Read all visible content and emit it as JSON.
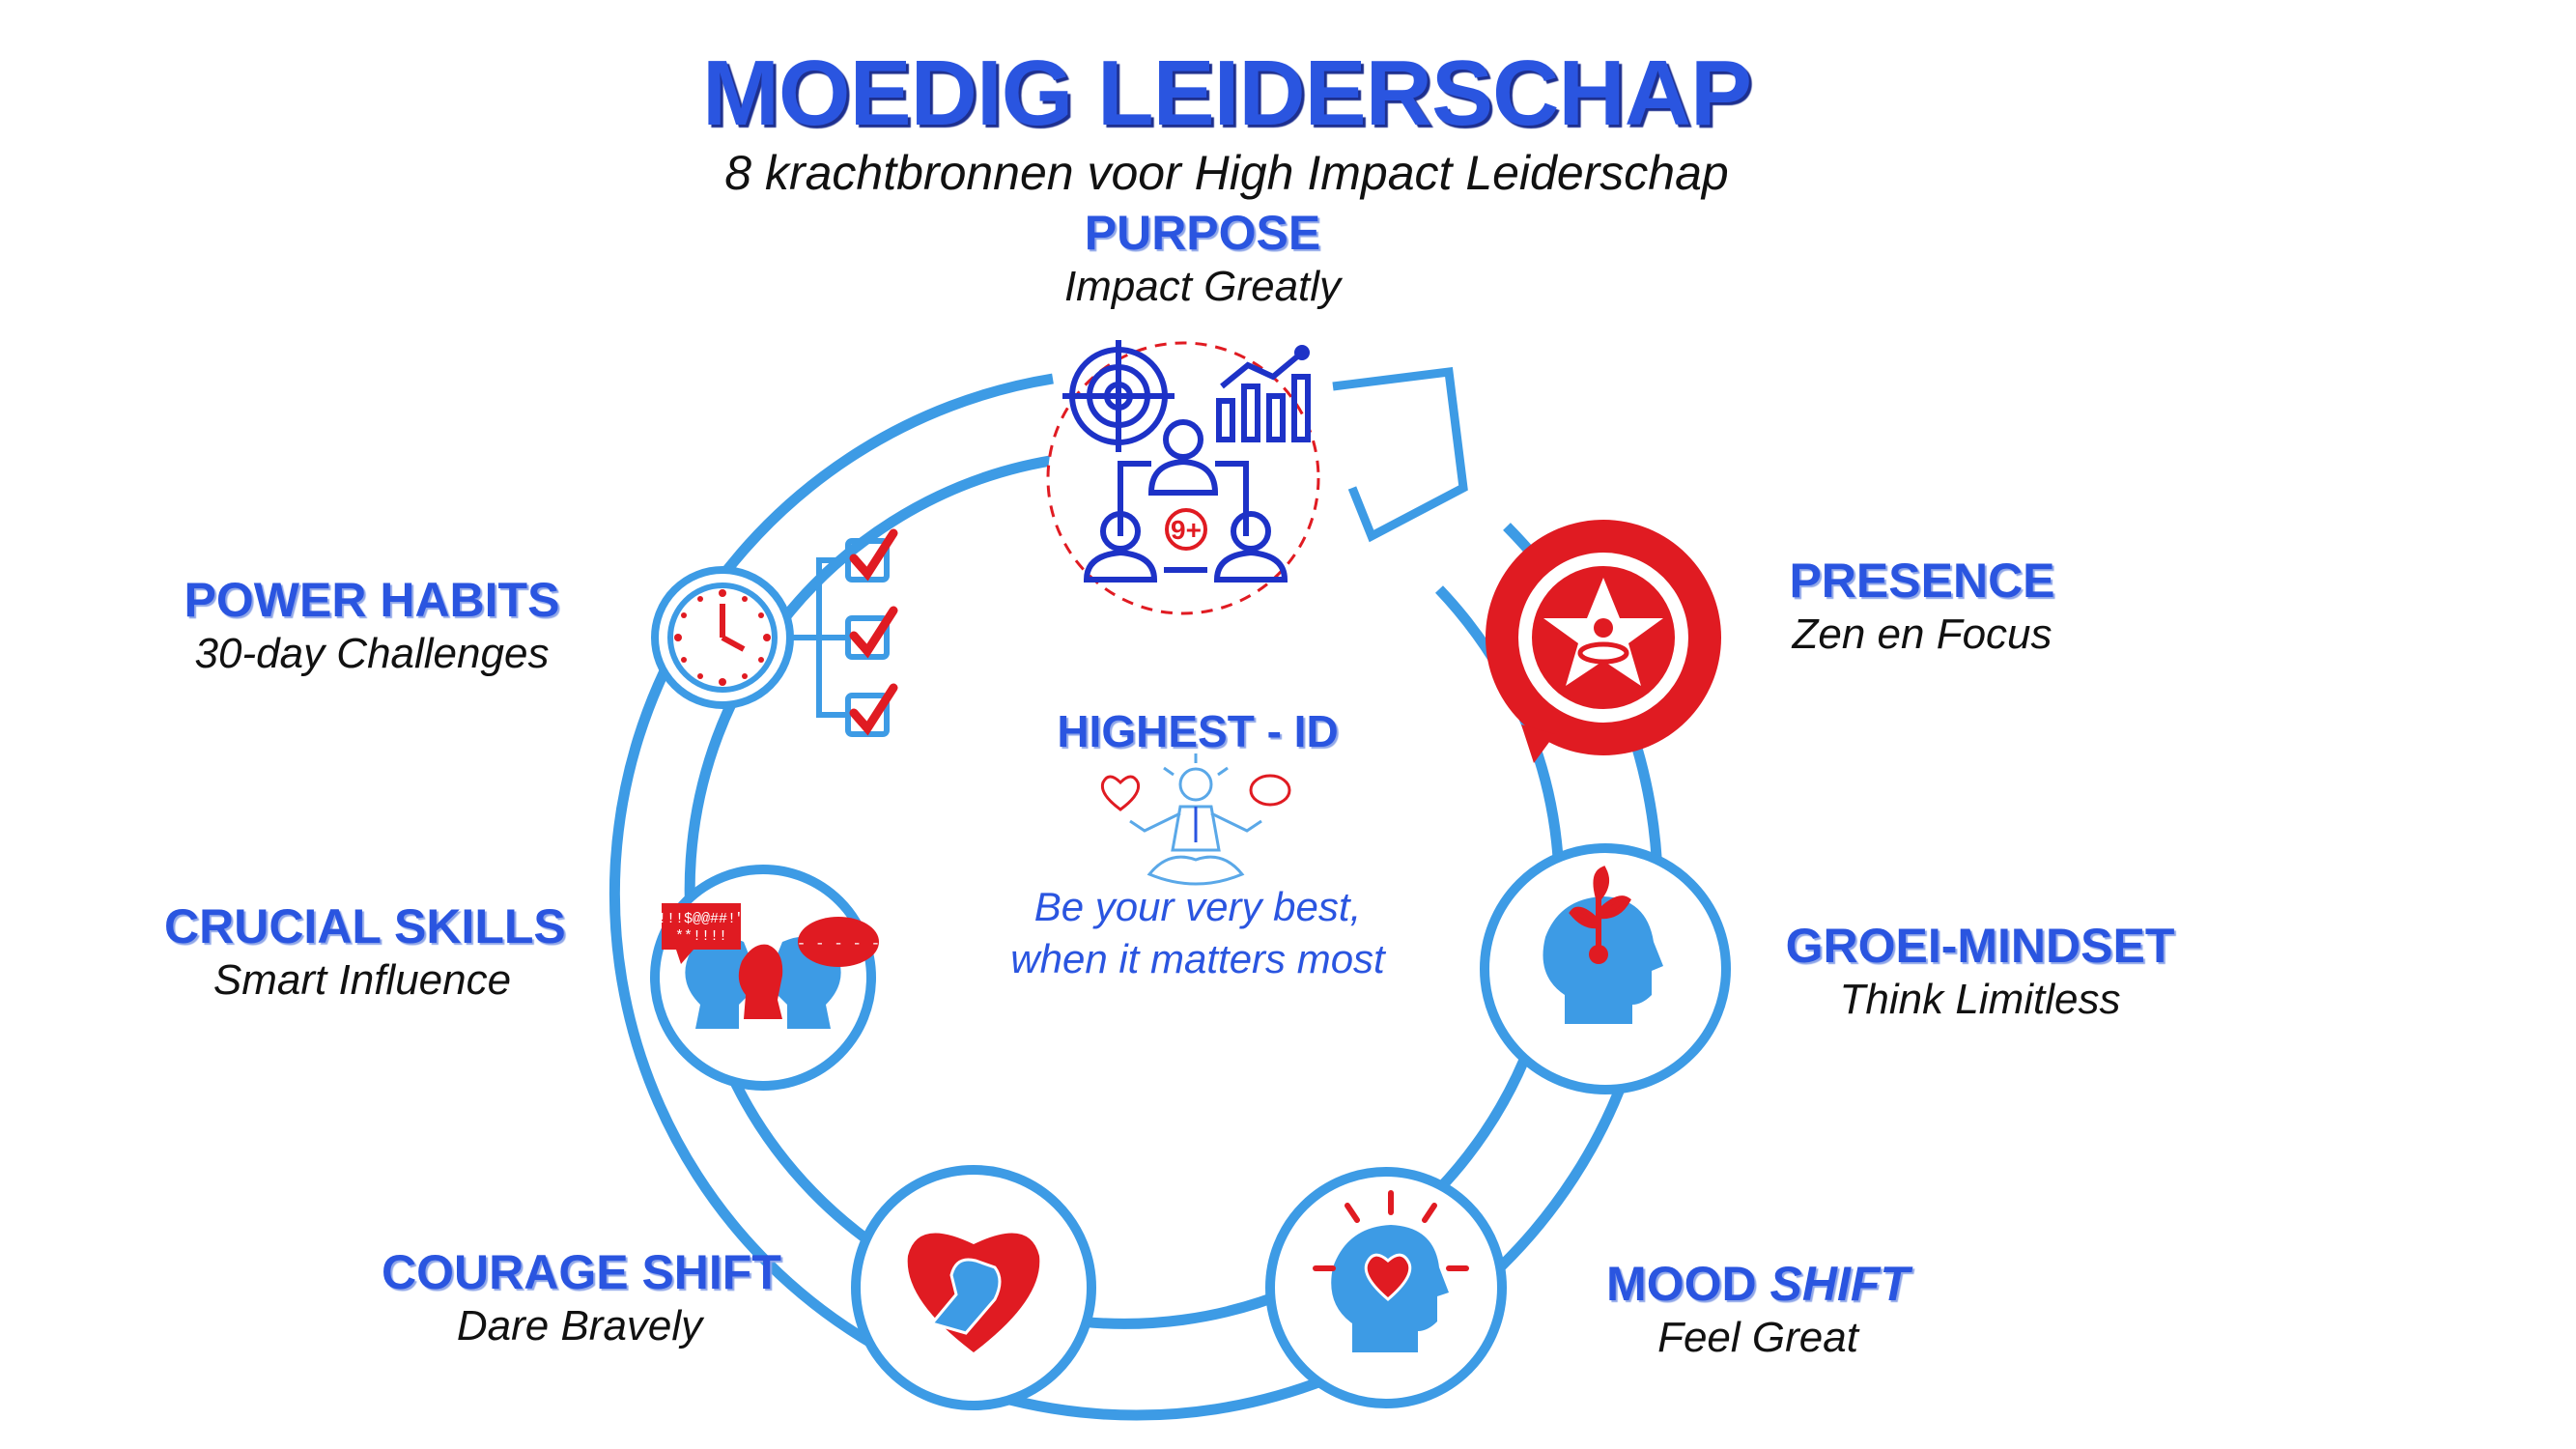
{
  "header": {
    "title": "MOEDIG LEIDERSCHAP",
    "subtitle": "8 krachtbronnen voor High Impact Leiderschap"
  },
  "center": {
    "label": "HIGHEST - ID",
    "tagline_line1": "Be your very best,",
    "tagline_line2": "when it matters most"
  },
  "nodes": {
    "purpose": {
      "label": "PURPOSE",
      "sub": "Impact Greatly"
    },
    "presence": {
      "label": "PRESENCE",
      "sub": "Zen en Focus"
    },
    "groei": {
      "label": "GROEI-MINDSET",
      "sub": "Think Limitless"
    },
    "mood": {
      "label": "MOOD",
      "label_em": "SHIFT",
      "sub": "Feel Great"
    },
    "courage": {
      "label": "COURAGE SHIFT",
      "sub": "Dare Bravely"
    },
    "crucial": {
      "label": "CRUCIAL SKILLS",
      "sub": "Smart Influence"
    },
    "power": {
      "label": "POWER HABITS",
      "sub": "30-day Challenges"
    }
  },
  "icon_texts": {
    "purpose_badge": "9+",
    "crucial_bubble_left": "!!!$@@##!\"\n**!!!!",
    "crucial_bubble_right": "- - - - -"
  },
  "colors": {
    "accent_blue": "#2a55e0",
    "ring_blue": "#3d9be5",
    "red": "#e01b22",
    "text_dark": "#111111"
  }
}
